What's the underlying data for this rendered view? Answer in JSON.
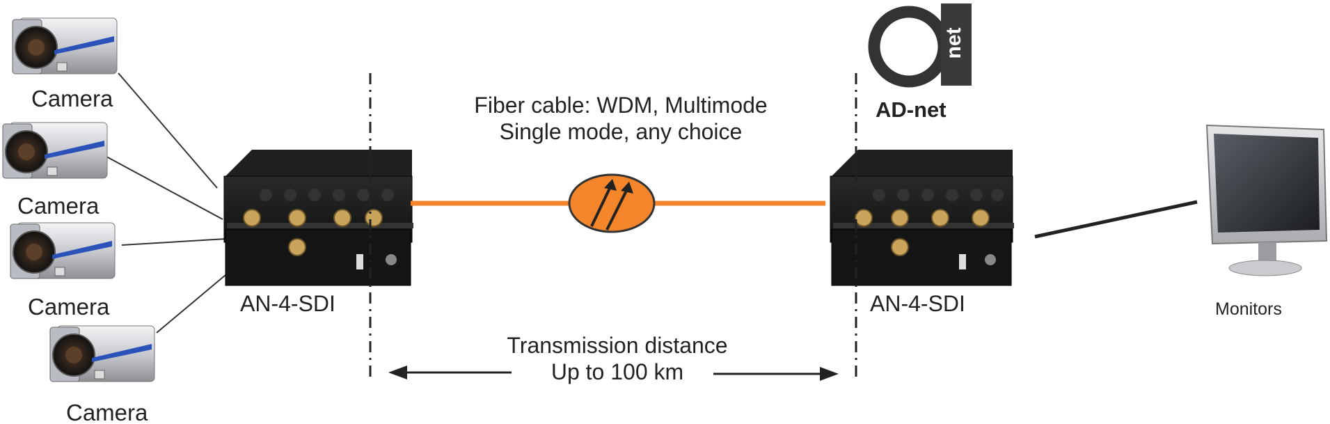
{
  "cameras": [
    {
      "label": "Camera"
    },
    {
      "label": "Camera"
    },
    {
      "label": "Camera"
    },
    {
      "label": "Camera"
    }
  ],
  "device_left": {
    "label": "AN-4-SDI"
  },
  "device_right": {
    "label": "AN-4-SDI"
  },
  "fiber": {
    "line1": "Fiber cable: WDM, Multimode",
    "line2": "Single mode, any choice"
  },
  "distance": {
    "line1": "Transmission distance",
    "line2": "Up to 100 km"
  },
  "logo": {
    "mark_text": "net",
    "brand": "AD-net"
  },
  "monitor": {
    "label": "Monitors"
  },
  "colors": {
    "fiber": "#f5852b",
    "device": "#1a1a1a",
    "logo": "#3a3a3a"
  }
}
